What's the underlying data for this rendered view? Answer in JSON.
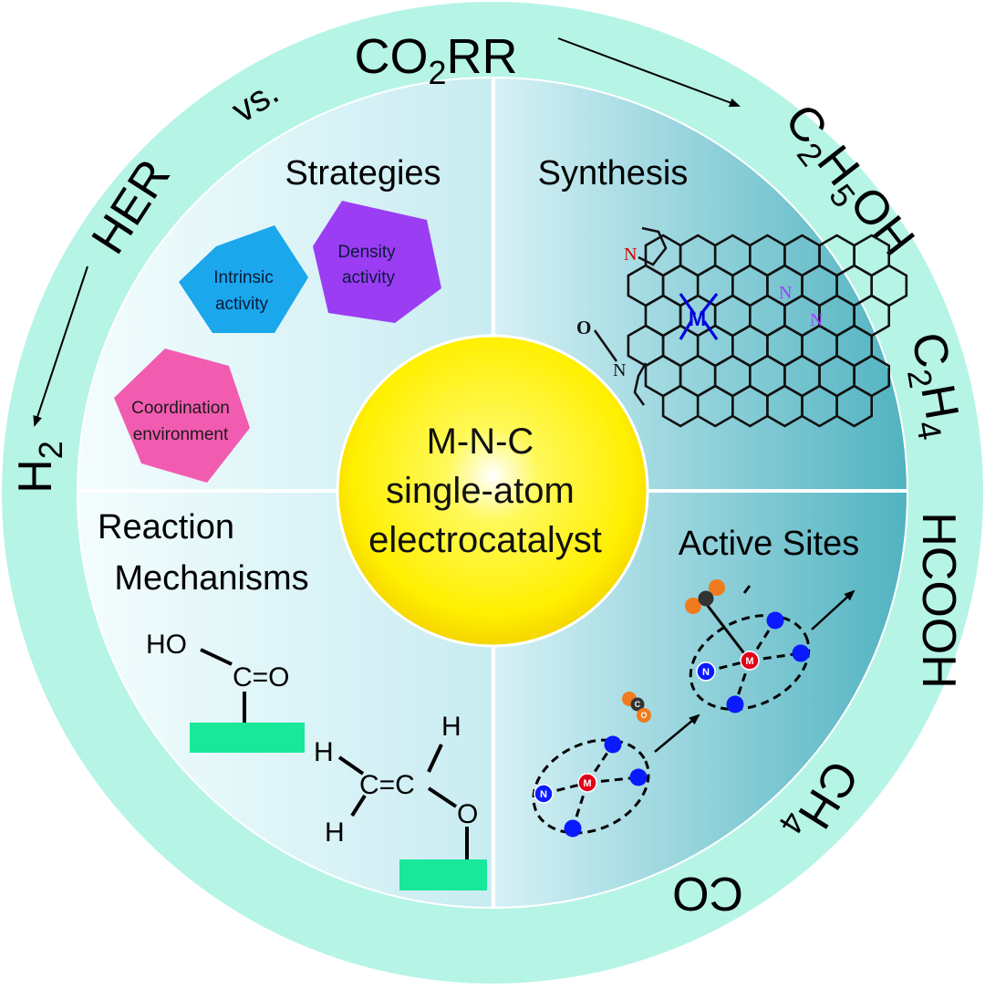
{
  "center": {
    "line1": "M-N-C",
    "line2": "single-atom",
    "line3": "electrocatalyst"
  },
  "ring": {
    "her": "HER",
    "vs": "vs.",
    "co2rr": "CO2RR",
    "h2": "H2",
    "c2h5oh": "C2H5OH",
    "c2h4": "C2H4",
    "hcooh": "HCOOH",
    "ch4": "CH4",
    "co": "CO"
  },
  "quadrants": {
    "strategies": {
      "title": "Strategies",
      "items": [
        {
          "label1": "Intrinsic",
          "label2": "activity",
          "color": "#1aa7ec"
        },
        {
          "label1": "Density",
          "label2": "activity",
          "color": "#9b3df2"
        },
        {
          "label1": "Coordination",
          "label2": "environment",
          "color": "#f25cb0"
        }
      ]
    },
    "synthesis": {
      "title": "Synthesis",
      "labels": {
        "n_red": "N",
        "m": "M",
        "n_purple1": "N",
        "n_purple2": "N",
        "o": "O",
        "n_black": "N"
      }
    },
    "mechanisms": {
      "title1": "Reaction",
      "title2": "Mechanisms",
      "labels": {
        "ho": "HO",
        "co": "C=O",
        "h_top": "H",
        "h_left1": "H",
        "cc": "C=C",
        "h_left2": "H",
        "o": "O"
      }
    },
    "active_sites": {
      "title": "Active Sites",
      "labels": {
        "m": "M",
        "n": "N",
        "c": "C",
        "o": "O"
      }
    }
  },
  "colors": {
    "ring": "#b7f6e7",
    "adsorbent": "#19e89a",
    "center": "#ffef00",
    "nitrogen_red": "#d40000",
    "metal_blue": "#0000dd",
    "nitrogen_purple": "#a040ff",
    "atom_blue": "#0a1aff",
    "atom_red": "#e2001a",
    "atom_orange": "#f07b1e"
  }
}
